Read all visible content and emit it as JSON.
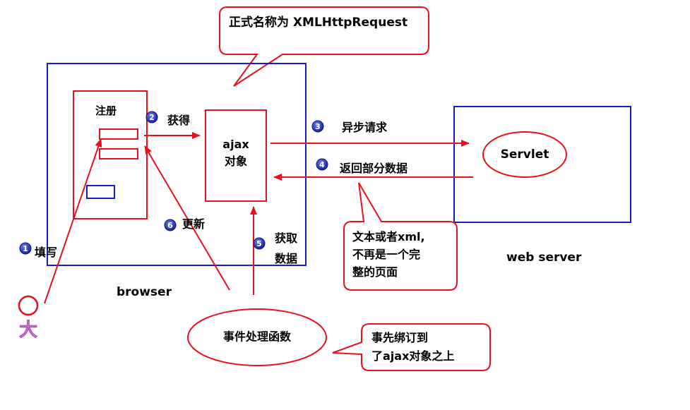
{
  "callout_top": "正式名称为 XMLHttpRequest",
  "register_label": "注册",
  "ajax_line1": "ajax",
  "ajax_line2": "对象",
  "servlet_label": "Servlet",
  "browser_label": "browser",
  "webserver_label": "web server",
  "steps": {
    "s1": {
      "num": "1",
      "label": "填写"
    },
    "s2": {
      "num": "2",
      "label": "获得"
    },
    "s3": {
      "num": "3",
      "label": "异步请求"
    },
    "s4": {
      "num": "4",
      "label": "返回部分数据"
    },
    "s5": {
      "num": "5",
      "label_line1": "获取",
      "label_line2": "数据"
    },
    "s6": {
      "num": "6",
      "label": "更新"
    }
  },
  "callout_data": {
    "line1": "文本或者xml,",
    "line2": "不再是一个完",
    "line3": "整的页面"
  },
  "event_handler": "事件处理函数",
  "callout_bind": {
    "line1": "事先绑订到",
    "line2": "了ajax对象之上"
  },
  "person_glyph": "大",
  "colors": {
    "red": "#e8101c",
    "blue": "#1a1acc",
    "badge": "#1c2fb8"
  }
}
